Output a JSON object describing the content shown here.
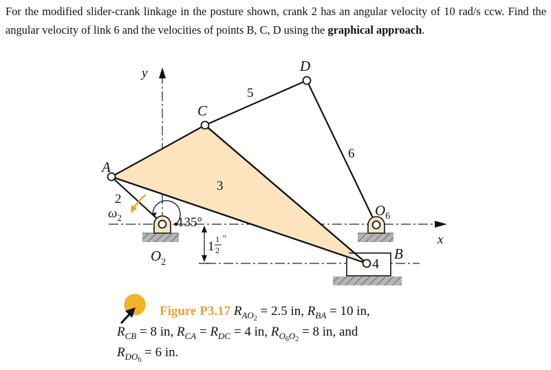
{
  "problem": {
    "text_1": "For the modified slider-crank linkage in the posture shown, crank 2 has an angular velocity of 10 rad/s ccw. Find the angular velocity of link 6 and the velocities of points B, C, D using the ",
    "text_bold": "graphical approach",
    "text_end": "."
  },
  "figure": {
    "labels": {
      "y_axis": "y",
      "x_axis": "x",
      "A": "A",
      "C": "C",
      "D": "D",
      "B": "B",
      "O2_main": "O",
      "O2_sub": "2",
      "O6_main": "O",
      "O6_sub": "6",
      "link2": "2",
      "link3": "3",
      "link4": "4",
      "link5": "5",
      "link6": "6",
      "omega_main": "ω",
      "omega_sub": "2",
      "angle": "135°",
      "offset_whole": "1",
      "offset_num": "1",
      "offset_den": "2",
      "offset_unit": "″"
    },
    "colors": {
      "link3_fill": "#fde4bf",
      "pivot_fill": "#f8e6c2",
      "ground_hatch": "#8c8c8c",
      "omega_arrow": "#e8a31e",
      "caption_title": "#e6a23a",
      "hotspot": "#f0b429"
    }
  },
  "caption": {
    "title": "Figure P3.17",
    "eq1_var": "R",
    "eq1_sub": "AO",
    "eq1_subsub": "2",
    "eq1_val": " = 2.5 in, ",
    "eq2_var": "R",
    "eq2_sub": "BA",
    "eq2_val": " = 10 in,",
    "eq3_var": "R",
    "eq3_sub": "CB",
    "eq3_val": " = 8 in, ",
    "eq4_var": "R",
    "eq4_sub": "CA",
    "eq4_mid": " = ",
    "eq5_var": "R",
    "eq5_sub": "DC",
    "eq5_val": " = 4 in, ",
    "eq6_var": "R",
    "eq6_sub_a": "O",
    "eq6_subsub_a": "6",
    "eq6_sub_b": "O",
    "eq6_subsub_b": "2",
    "eq6_val": " = 8 in, and",
    "eq7_var": "R",
    "eq7_sub": "DO",
    "eq7_subsub": "6",
    "eq7_val": " = 6 in."
  }
}
